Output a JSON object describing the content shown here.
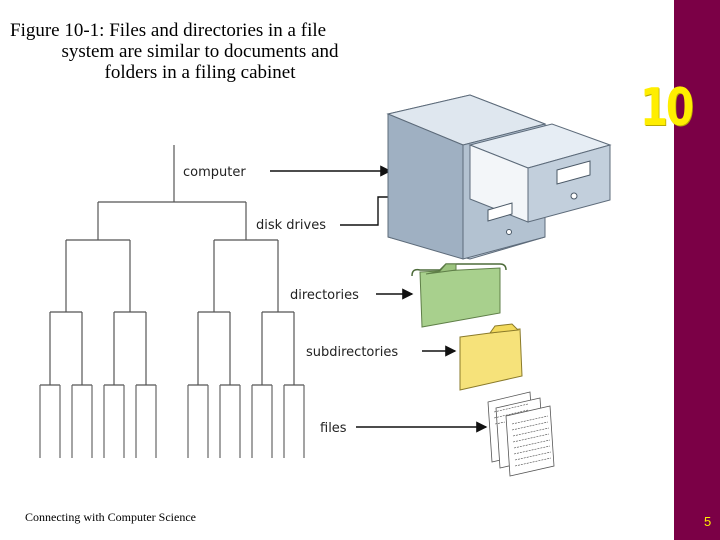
{
  "slide": {
    "title_line1": "Figure 10-1: Files and directories in a file",
    "title_line2": "system are similar to documents and",
    "title_line3": "folders in a filing cabinet",
    "chapter_number": "10",
    "footer": "Connecting with Computer Science",
    "page_number": "5"
  },
  "diagram": {
    "labels": {
      "computer": "computer",
      "disk_drives": "disk drives",
      "directories": "directories",
      "subdirectories": "subdirectories",
      "files": "files"
    },
    "icons": [
      "file-cabinet-icon",
      "green-hanging-folder-icon",
      "yellow-folder-icon",
      "document-stack-icon"
    ]
  },
  "colors": {
    "sidebar": "#7b0046",
    "chapter_number": "#ffee00",
    "cabinet": "#aebccb",
    "green_folder": "#a8d08d",
    "yellow_folder": "#f6e27a"
  }
}
